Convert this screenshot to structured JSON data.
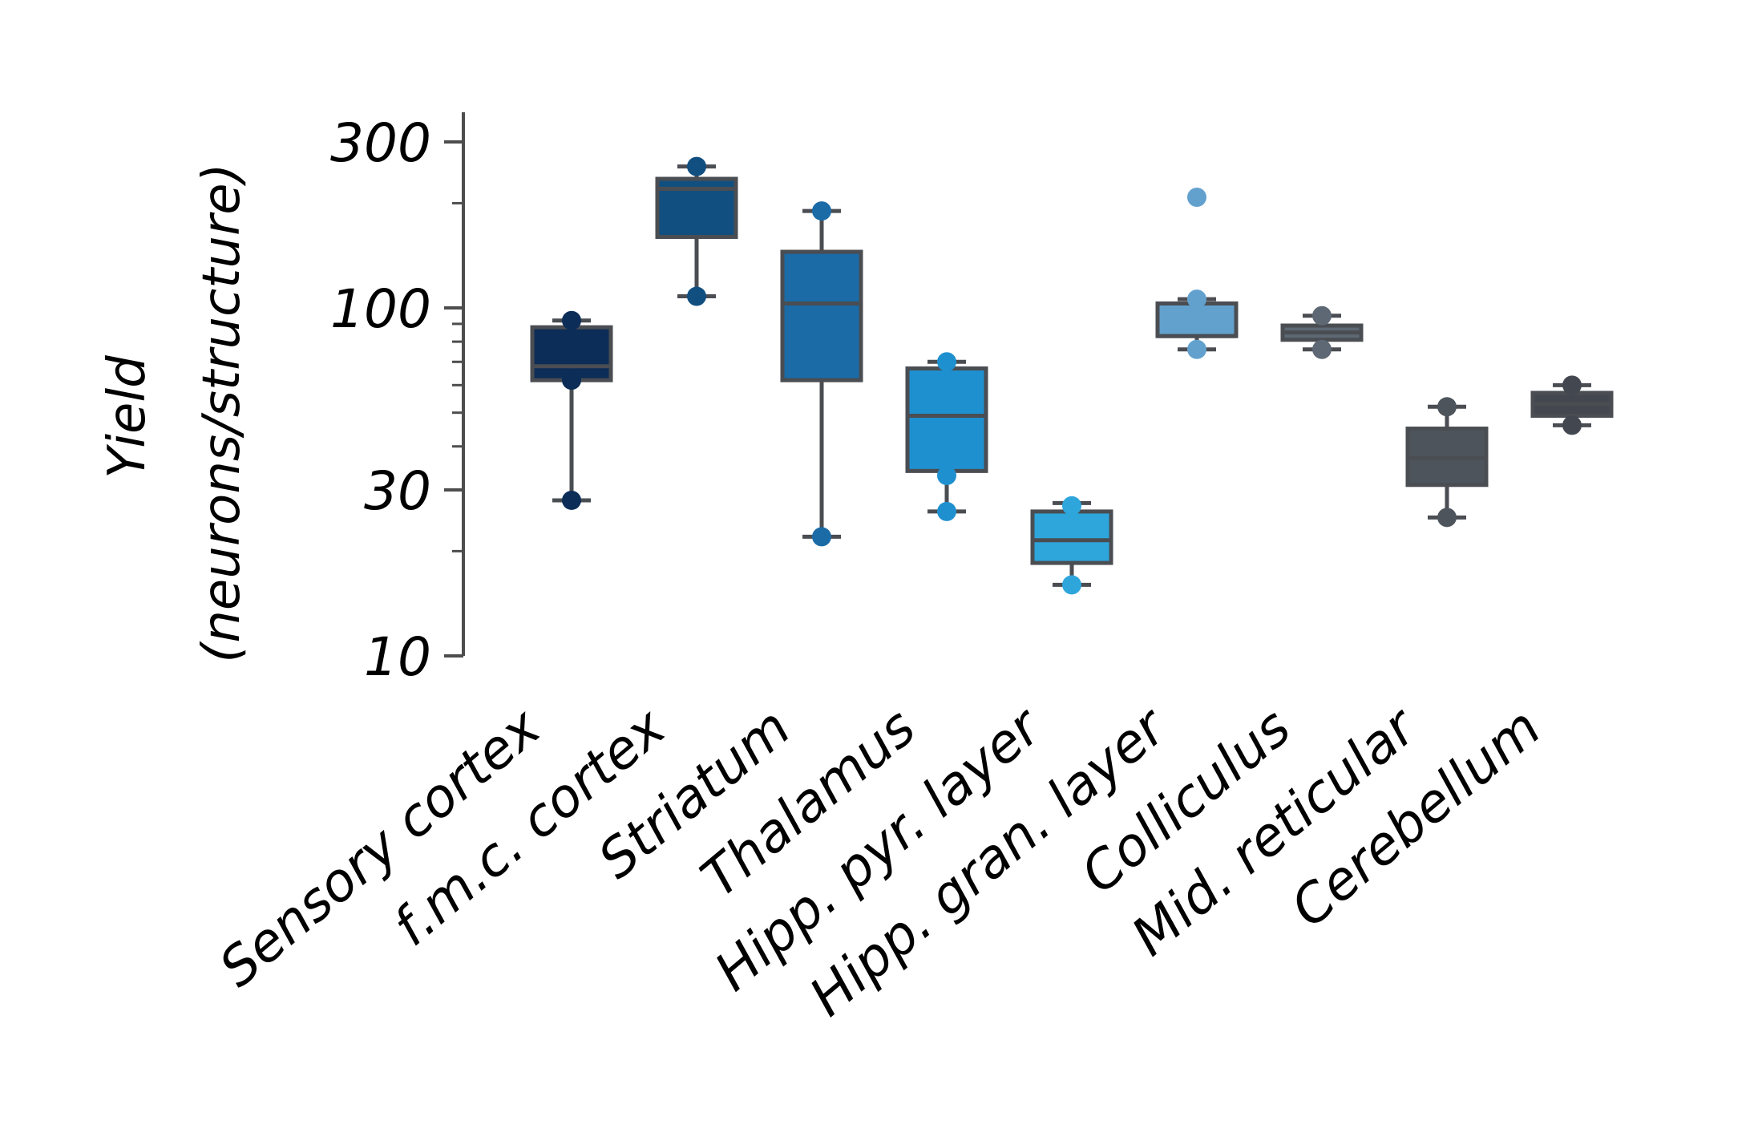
{
  "chart_data": {
    "type": "box",
    "ylabel_line1": "Yield",
    "ylabel_line2": "(neurons/structure)",
    "yscale": "log",
    "ylim": [
      10,
      350
    ],
    "yticks": [
      {
        "value": 10,
        "label": "10"
      },
      {
        "value": 30,
        "label": "30"
      },
      {
        "value": 100,
        "label": "100"
      },
      {
        "value": 300,
        "label": "300"
      }
    ],
    "minor_ticks": [
      20,
      40,
      50,
      60,
      70,
      80,
      90,
      200
    ],
    "grid": false,
    "categories": [
      "Sensory cortex",
      "f.m.c. cortex",
      "Striatum",
      "Thalamus",
      "Hipp. pyr. layer",
      "Hipp. gran. layer",
      "Colliculus",
      "Mid. reticular",
      "Cerebellum"
    ],
    "series": [
      {
        "color": "#0c2d57",
        "q1": 62,
        "median": 68,
        "q3": 88,
        "whisker_low": 28,
        "whisker_high": 92,
        "points": [
          92,
          62,
          28
        ]
      },
      {
        "color": "#114f80",
        "q1": 160,
        "median": 220,
        "q3": 235,
        "whisker_low": 108,
        "whisker_high": 255,
        "points": [
          255,
          108
        ]
      },
      {
        "color": "#1b6ba7",
        "q1": 62,
        "median": 103,
        "q3": 145,
        "whisker_low": 22,
        "whisker_high": 190,
        "points": [
          190,
          22
        ]
      },
      {
        "color": "#1f90cf",
        "q1": 34,
        "median": 49,
        "q3": 67,
        "whisker_low": 26,
        "whisker_high": 70,
        "points": [
          70,
          33,
          26
        ]
      },
      {
        "color": "#2ea6dc",
        "q1": 18.5,
        "median": 21.5,
        "q3": 26,
        "whisker_low": 16,
        "whisker_high": 27.5,
        "points": [
          27,
          16
        ]
      },
      {
        "color": "#62a1ce",
        "q1": 83,
        "median": 83,
        "q3": 103,
        "whisker_low": 76,
        "whisker_high": 106,
        "points": [
          208,
          106,
          76
        ]
      },
      {
        "color": "#5d6874",
        "q1": 81,
        "median": 85,
        "q3": 89,
        "whisker_low": 76,
        "whisker_high": 95,
        "points": [
          95,
          76
        ]
      },
      {
        "color": "#4e545b",
        "q1": 31,
        "median": 37,
        "q3": 45,
        "whisker_low": 25,
        "whisker_high": 52,
        "points": [
          52,
          25
        ]
      },
      {
        "color": "#434850",
        "q1": 49,
        "median": 53,
        "q3": 57,
        "whisker_low": 46,
        "whisker_high": 60,
        "points": [
          60,
          46
        ]
      }
    ]
  }
}
